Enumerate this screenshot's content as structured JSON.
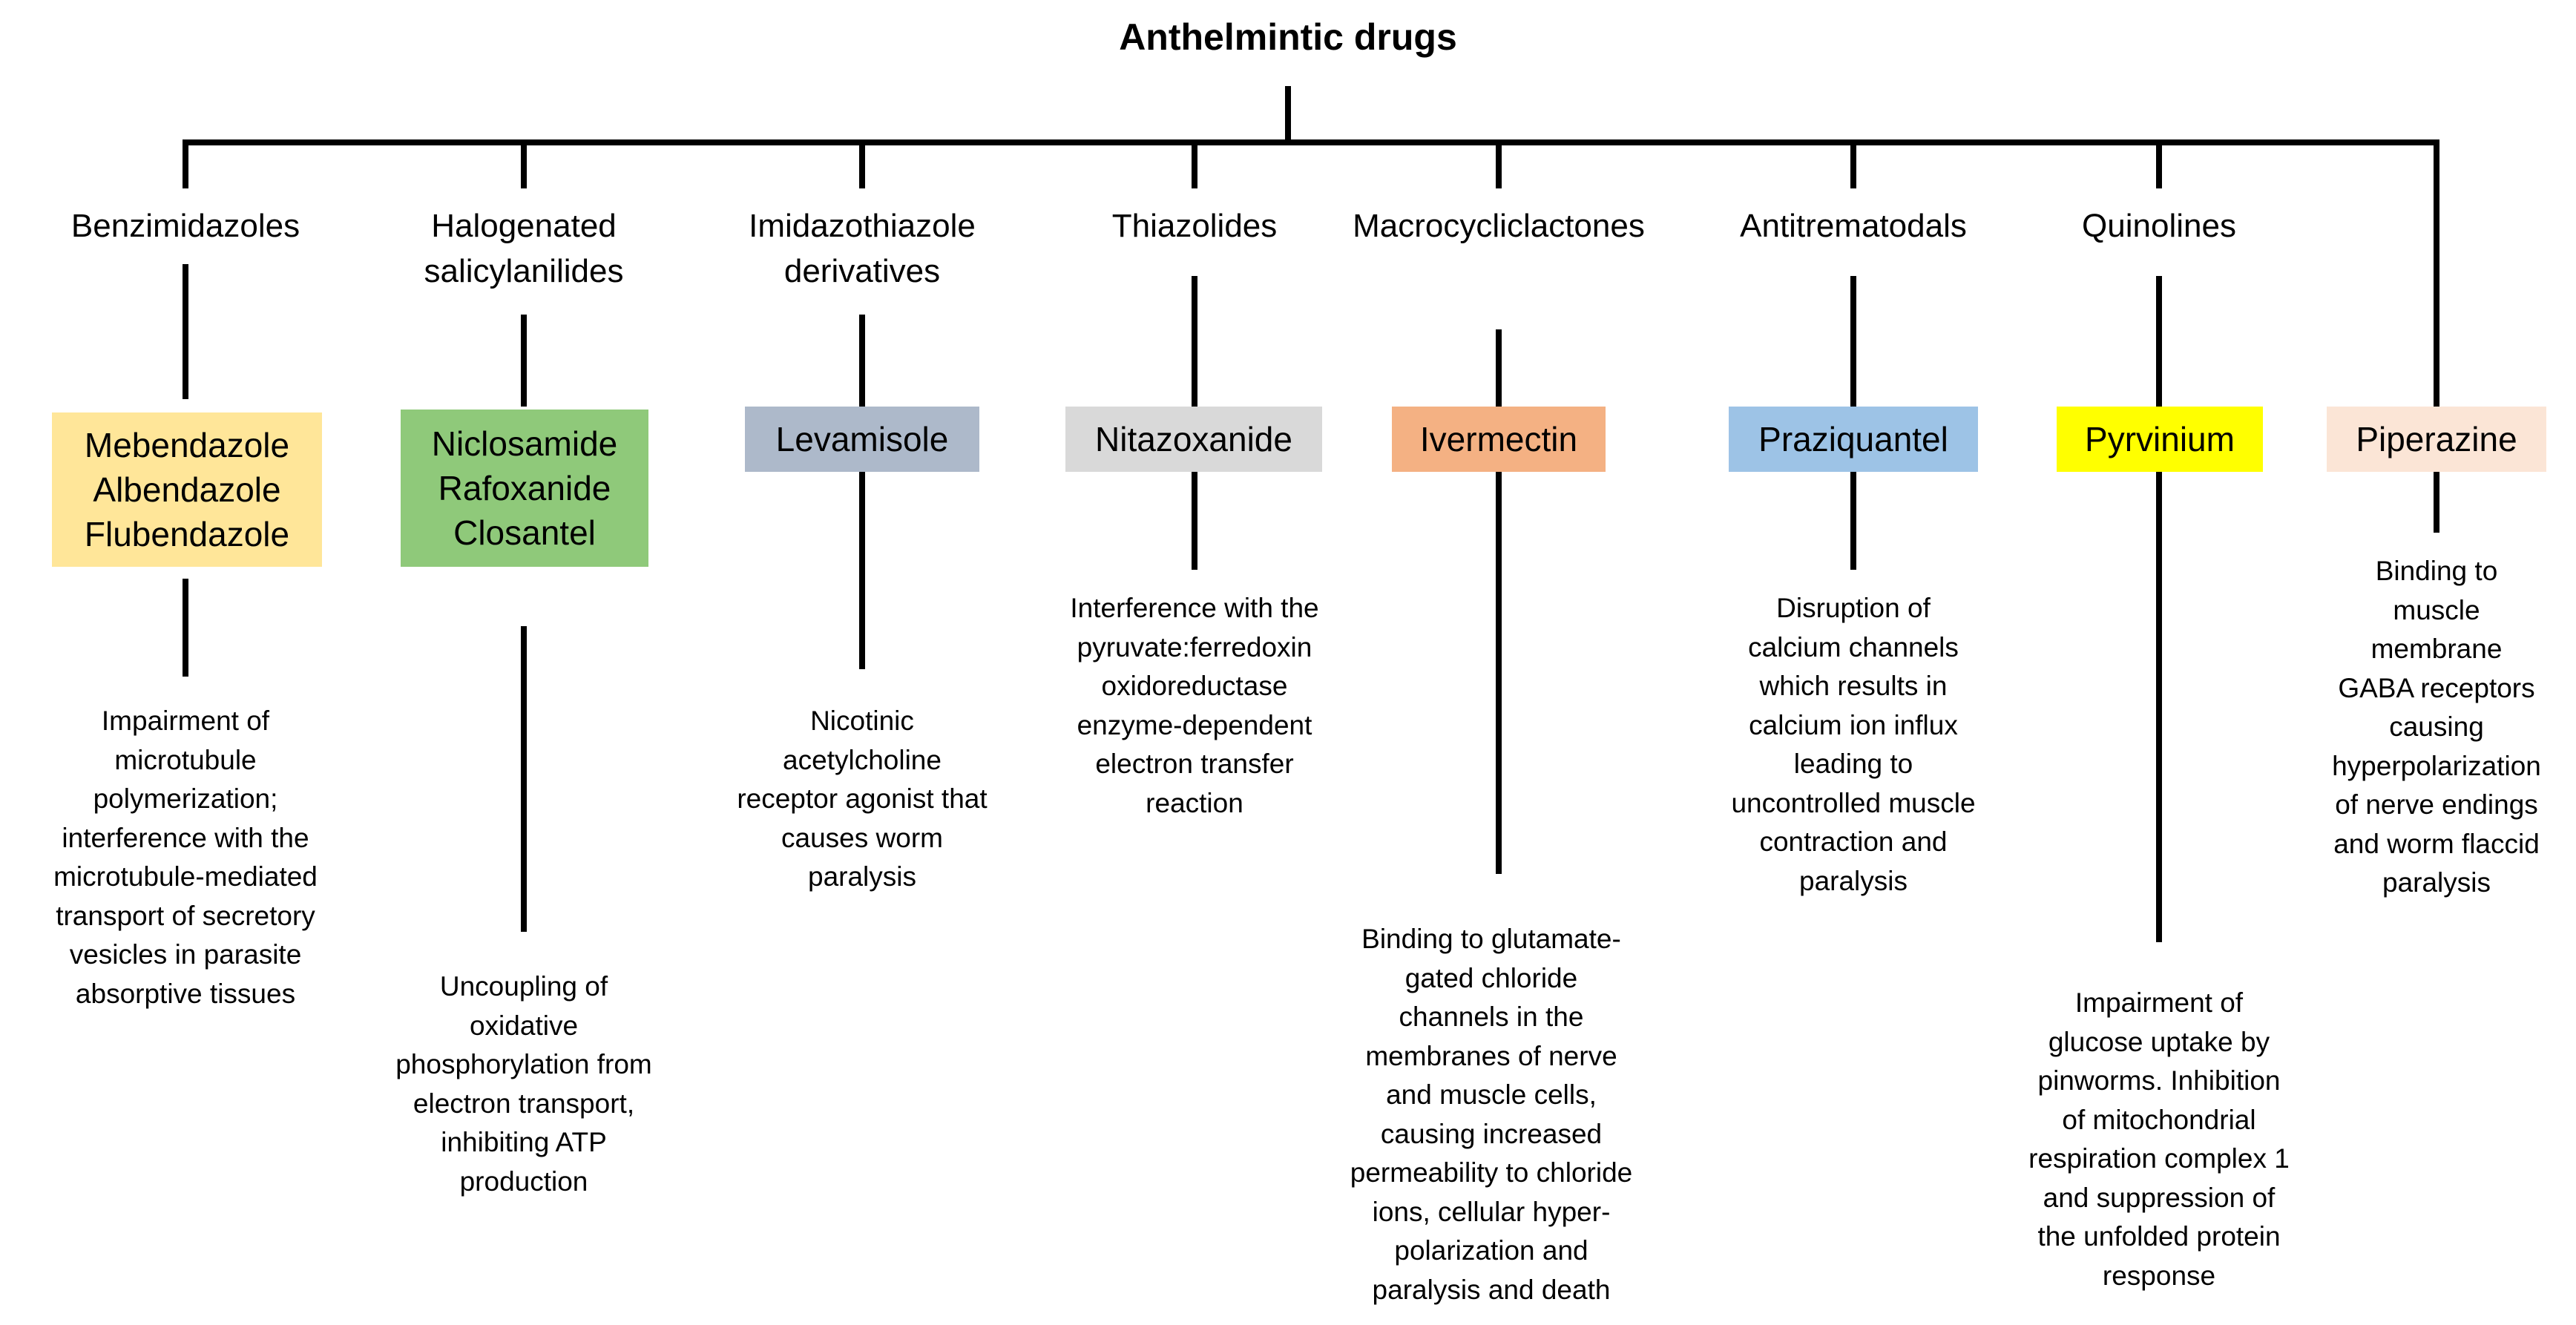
{
  "title": "Anthelmintic drugs",
  "classes": [
    {
      "name": "Benzimidazoles",
      "drugs": "Mebendazole\nAlbendazole\nFlubendazole",
      "mechanism": "Impairment of\nmicrotubule\npolymerization;\ninterference with the\nmicrotubule-mediated\ntransport of secretory\nvesicles in parasite\nabsorptive tissues",
      "color": "#FFE699"
    },
    {
      "name": "Halogenated\nsalicylanilides",
      "drugs": "Niclosamide\nRafoxanide\nClosantel",
      "mechanism": "Uncoupling of\noxidative\nphosphorylation from\nelectron transport,\ninhibiting ATP\nproduction",
      "color": "#8FC97A"
    },
    {
      "name": "Imidazothiazole\nderivatives",
      "drugs": "Levamisole",
      "mechanism": "Nicotinic\nacetylcholine\nreceptor agonist that\ncauses worm\nparalysis",
      "color": "#ADB9CA"
    },
    {
      "name": "Thiazolides",
      "drugs": "Nitazoxanide",
      "mechanism": "Interference with the\npyruvate:ferredoxin\noxidoreductase\nenzyme-dependent\nelectron transfer\nreaction",
      "color": "#D9D9D9"
    },
    {
      "name": "Macrocycliclactones",
      "drugs": "Ivermectin",
      "mechanism": "Binding to glutamate-\ngated chloride\nchannels in the\nmembranes of nerve\nand muscle cells,\ncausing increased\npermeability to chloride\nions, cellular hyper-\npolarization and\nparalysis and death",
      "color": "#F4B183"
    },
    {
      "name": "Antitrematodals",
      "drugs": "Praziquantel",
      "mechanism": "Disruption of\ncalcium channels\nwhich results in\ncalcium ion influx\nleading to\nuncontrolled muscle\ncontraction and\nparalysis",
      "color": "#9DC3E6"
    },
    {
      "name": "Quinolines",
      "drugs": "Pyrvinium",
      "mechanism": "Impairment of\nglucose uptake by\npinworms. Inhibition\nof mitochondrial\nrespiration complex 1\nand suppression of\nthe unfolded protein\nresponse",
      "color": "#FFFF00"
    },
    {
      "name": "",
      "drugs": "Piperazine",
      "mechanism": "Binding to\nmuscle\nmembrane\nGABA receptors\ncausing\nhyperpolarization\nof nerve endings\nand worm flaccid\nparalysis",
      "color": "#FBE5D6"
    }
  ]
}
